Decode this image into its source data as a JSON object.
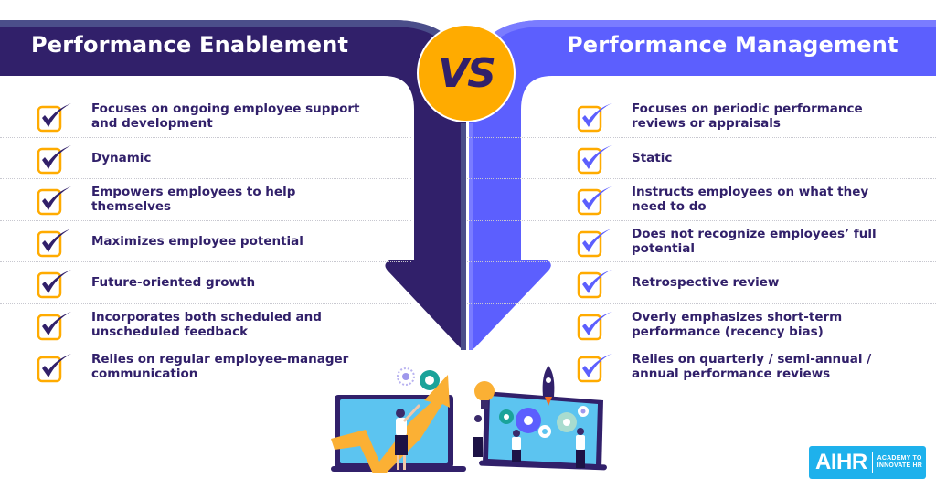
{
  "header": {
    "left_title": "Performance Enablement",
    "right_title": "Performance Management",
    "vs_label": "VS"
  },
  "colors": {
    "left_primary": "#31206a",
    "right_primary": "#5c5ffe",
    "accent_orange": "#ffab00",
    "text": "#31206a",
    "logo_blue": "#1eb1ec"
  },
  "left_items": [
    "Focuses on ongoing employee support and development",
    "Dynamic",
    "Empowers employees to help themselves",
    "Maximizes employee potential",
    "Future-oriented growth",
    "Incorporates both scheduled and unscheduled feedback",
    "Relies on regular employee-manager communication"
  ],
  "right_items": [
    "Focuses on periodic performance reviews or appraisals",
    "Static",
    "Instructs employees on what they need to do",
    "Does not recognize employees’ full potential",
    "Retrospective review",
    "Overly emphasizes short-term performance (recency bias)",
    "Relies on quarterly / semi-annual / annual performance reviews"
  ],
  "logo": {
    "mark": "AIHR",
    "tagline_line1": "ACADEMY TO",
    "tagline_line2": "INNOVATE HR"
  },
  "icons": {
    "check": "checkbox-checked-icon",
    "left_illustration": "growth-laptop-illustration",
    "right_illustration": "teamwork-gears-laptop-illustration"
  }
}
